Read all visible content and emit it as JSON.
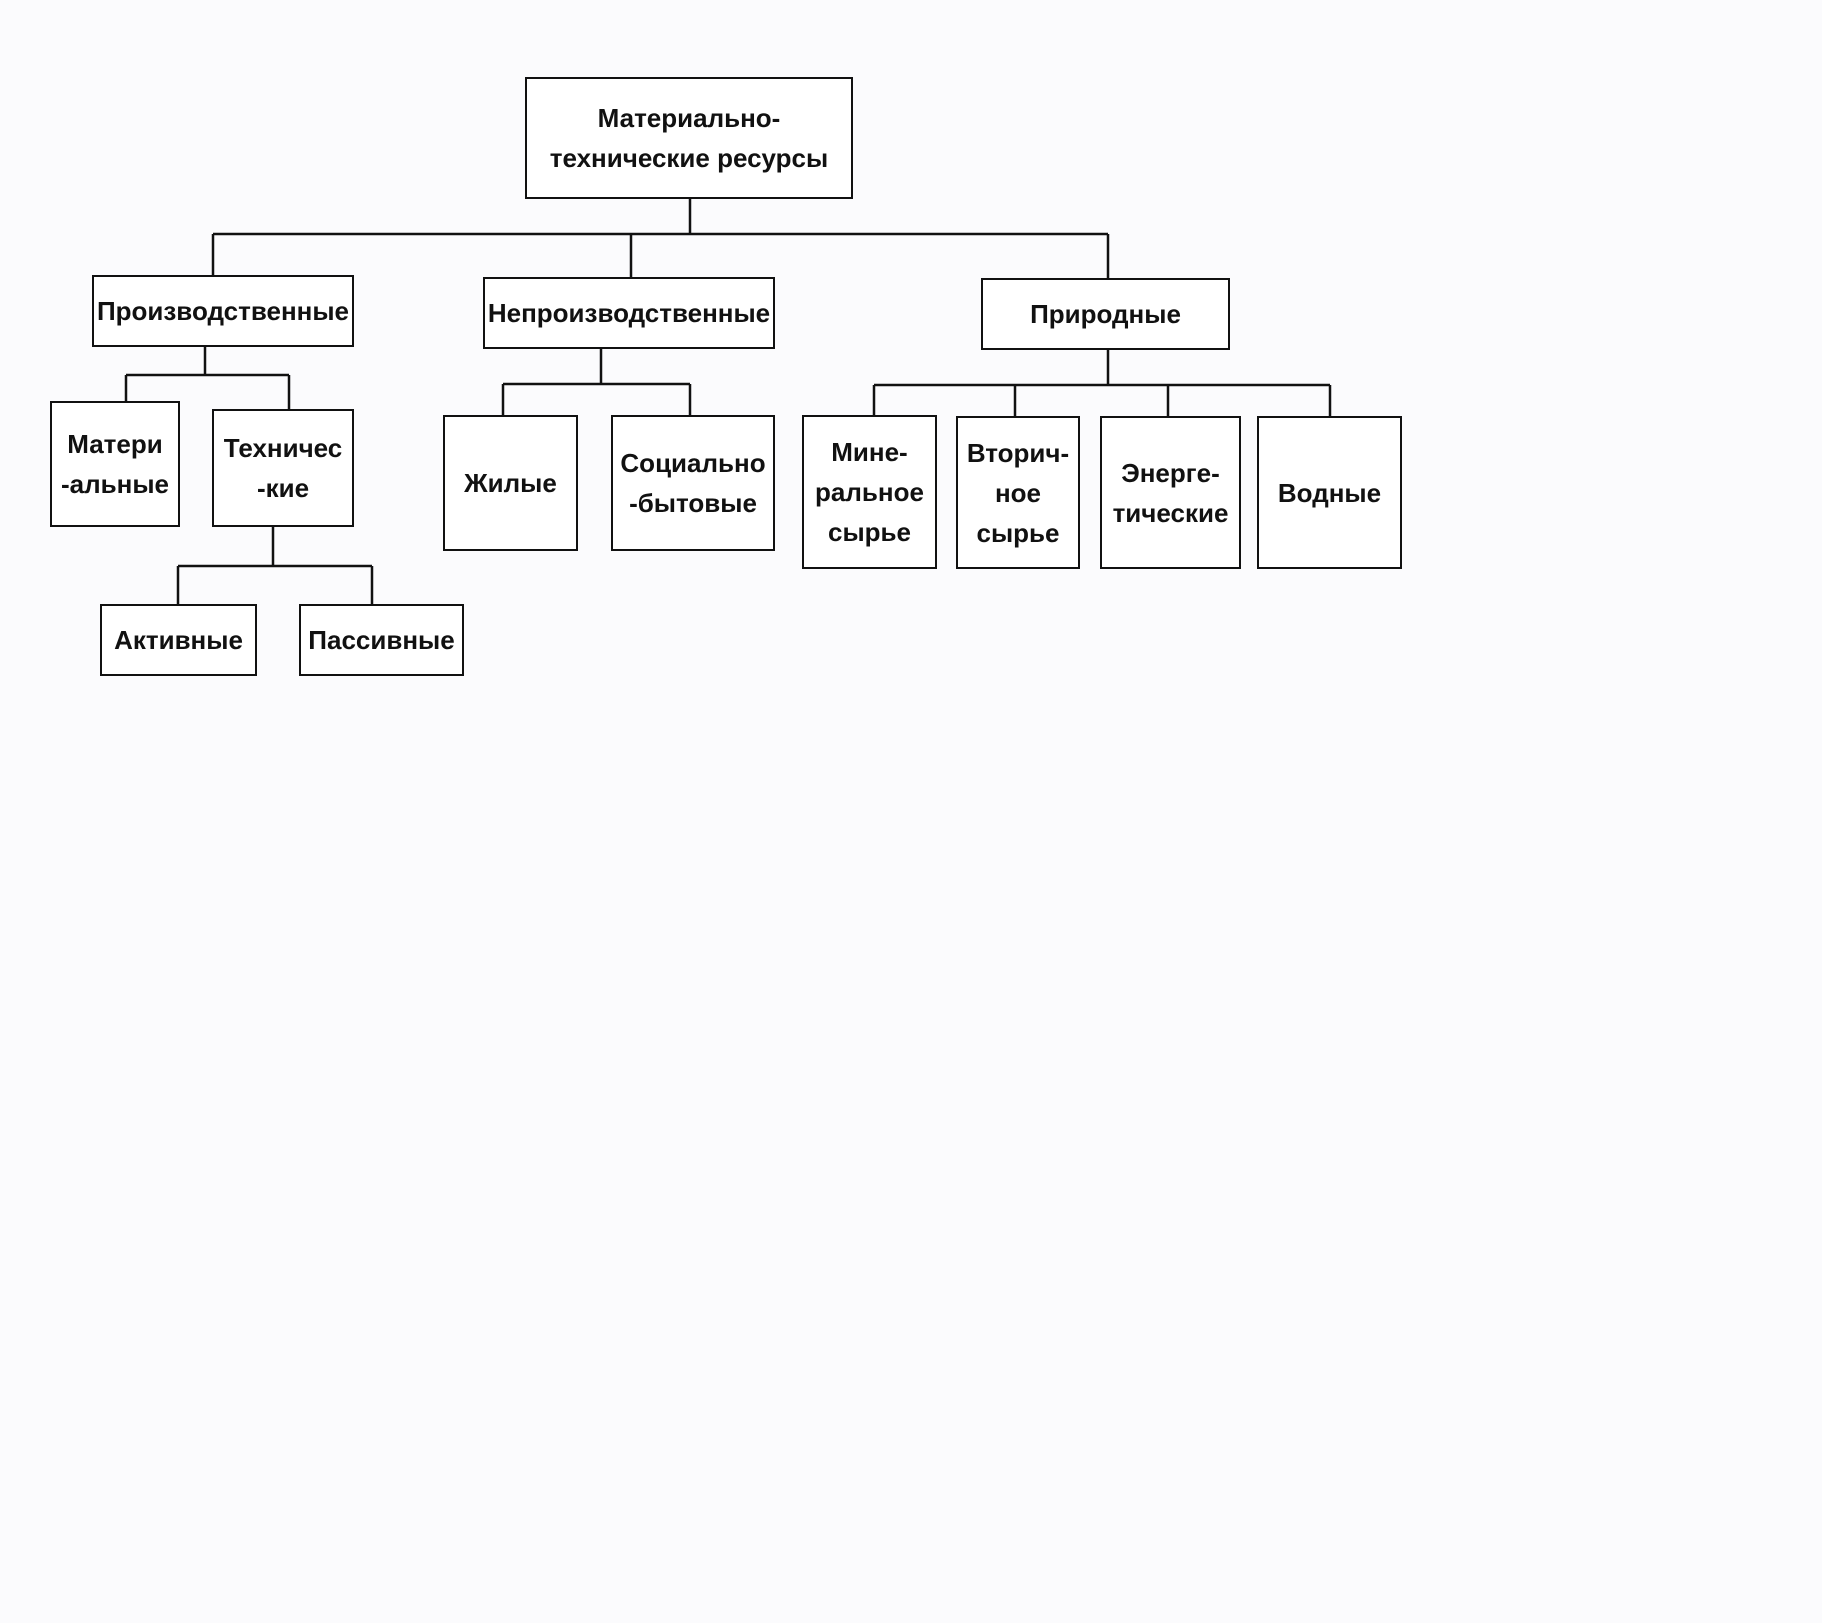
{
  "diagram": {
    "root": "Материально-\nтехнические ресурсы",
    "production": {
      "label": "Производственные",
      "material": "Матери\n-альные",
      "technical": {
        "label": "Техничес\n-кие",
        "active": "Активные",
        "passive": "Пассивные"
      }
    },
    "non_production": {
      "label": "Непроизводственные",
      "housing": "Жилые",
      "social": "Социально\n-бытовые"
    },
    "natural": {
      "label": "Природные",
      "mineral": "Мине-\nральное\nсырье",
      "secondary": "Вторич-\nное\nсырье",
      "energy": "Энерге-\nтические",
      "water": "Водные"
    }
  },
  "colors": {
    "line": "#111111",
    "background": "#fbfbfd",
    "box_fill": "#ffffff"
  }
}
